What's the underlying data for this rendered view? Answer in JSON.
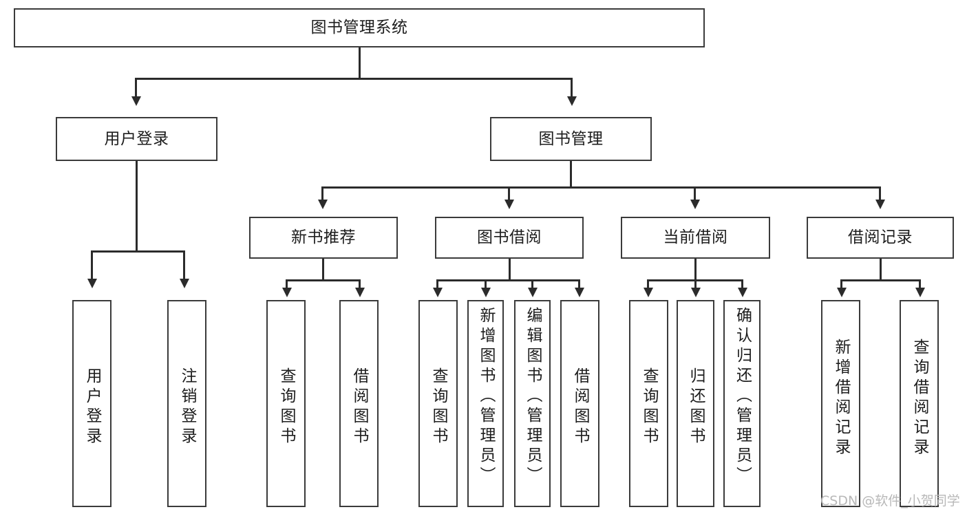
{
  "diagram": {
    "type": "tree",
    "title": "图书管理系统",
    "root": {
      "label": "图书管理系统"
    },
    "level2": [
      {
        "label": "用户登录"
      },
      {
        "label": "图书管理"
      }
    ],
    "level3": [
      {
        "label": "新书推荐"
      },
      {
        "label": "图书借阅"
      },
      {
        "label": "当前借阅"
      },
      {
        "label": "借阅记录"
      }
    ],
    "leaves": [
      {
        "label": "用户登录",
        "parent": "用户登录"
      },
      {
        "label": "注销登录",
        "parent": "用户登录"
      },
      {
        "label": "查询图书",
        "parent": "新书推荐"
      },
      {
        "label": "借阅图书",
        "parent": "新书推荐"
      },
      {
        "label": "查询图书",
        "parent": "图书借阅"
      },
      {
        "label": "新增图书（管理员）",
        "parent": "图书借阅"
      },
      {
        "label": "编辑图书（管理员）",
        "parent": "图书借阅"
      },
      {
        "label": "借阅图书",
        "parent": "图书借阅"
      },
      {
        "label": "查询图书",
        "parent": "当前借阅"
      },
      {
        "label": "归还图书",
        "parent": "当前借阅"
      },
      {
        "label": "确认归还（管理员）",
        "parent": "当前借阅"
      },
      {
        "label": "新增借阅记录",
        "parent": "借阅记录"
      },
      {
        "label": "查询借阅记录",
        "parent": "借阅记录"
      }
    ]
  },
  "watermark": {
    "text": "CSDN @软件_小贺同学"
  },
  "colors": {
    "box_border": "#3a3a3a",
    "edge": "#2b2b2b",
    "text": "#1d1d1d",
    "background": "#ffffff",
    "watermark": "#b8b8b8"
  }
}
